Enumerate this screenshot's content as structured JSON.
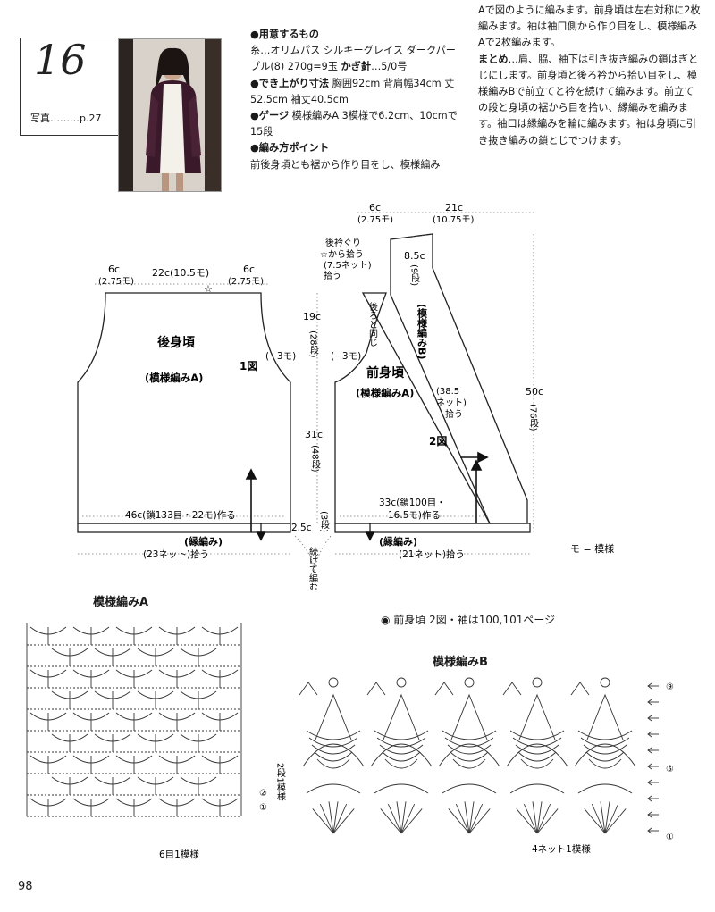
{
  "header": {
    "pattern_number": "16",
    "photo_ref": "写真………p.27"
  },
  "info_col1": {
    "materials_head": "●用意するもの",
    "materials_body": "糸…オリムパス シルキーグレイス ダークパープル(8) 270g=9玉",
    "hook_head": "かぎ針",
    "hook_body": "…5/0号",
    "size_head": "●でき上がり寸法",
    "size_body": "胸囲92cm 背肩幅34cm 丈52.5cm 袖丈40.5cm",
    "gauge_head": "●ゲージ",
    "gauge_body": "模様編みA 3模様で6.2cm、10cmで15段",
    "points_head": "●編み方ポイント",
    "points_body": "前後身頃とも裾から作り目をし、模様編み"
  },
  "info_col2": {
    "text1": "Aで図のように編みます。前身頃は左右対称に2枚編みます。袖は袖口側から作り目をし、模様編みAで2枚編みます。",
    "finish_head": "まとめ",
    "finish_body": "…肩、脇、袖下は引き抜き編みの鎖はぎとじにします。前身頃と後ろ衿から拾い目をし、模様編みBで前立てと衿を続けて編みます。前立ての段と身頃の裾から目を拾い、縁編みを編みます。袖口は縁編みを輪に編みます。袖は身頃に引き抜き編みの鎖とじでつけます。"
  },
  "diagram": {
    "back_name": "後身頃",
    "back_pattern": "(模様編みA)",
    "front_name": "前身頃",
    "front_pattern": "(模様編みA)",
    "fig1": "1図",
    "fig2": "2図",
    "back_shoulder_left": "6c",
    "back_shoulder_left_sub": "(2.75モ)",
    "back_neck": "22c(10.5モ)",
    "back_shoulder_right": "6c",
    "back_shoulder_right_sub": "(2.75モ)",
    "armhole_dec_back": "(−3モ)",
    "armhole_dec_front": "(−3モ)",
    "back_bottom": "46c(鎖133目・22モ)作る",
    "front_bottom_1": "33c(鎖100目・",
    "front_bottom_2": "16.5モ)作る",
    "edge_back": "(縁編み)",
    "edge_front": "(縁編み)",
    "pickup_back": "(23ネット)拾う",
    "pickup_front": "(21ネット)拾う",
    "yoke_h": "19c",
    "yoke_rows": "(28段)",
    "body_h": "31c",
    "body_rows": "(48段)",
    "edge_h": "2.5c",
    "edge_rows": "(3段)",
    "continue": "続けて編む",
    "same_as_back": "後ろと同じ",
    "top_6c": "6c",
    "top_6c_sub": "(2.75モ)",
    "top_21c": "21c",
    "top_21c_sub": "(10.75モ)",
    "collar_note_1": "後衿ぐり",
    "collar_note_2": "☆から拾う",
    "collar_note_3": "(7.5ネット)",
    "collar_note_4": "拾う",
    "collar_h": "8.5c",
    "collar_rows": "(9段)",
    "band_pattern": "(模様編みB)",
    "band_pickup_1": "(38.5",
    "band_pickup_2": "ネット)",
    "band_pickup_3": "拾う",
    "total_h": "50c",
    "total_rows": "(76段)",
    "legend": "モ = 模様",
    "star": "☆"
  },
  "charts": {
    "a_title": "模様編みA",
    "a_repeat_h": "2段1模様",
    "a_repeat_w": "6目1模様",
    "b_ref": "◉ 前身頃 2図・袖は100,101ページ",
    "b_title": "模様編みB",
    "b_repeat": "4ネット1模様",
    "row_markers_a": [
      "②",
      "①"
    ],
    "row_markers_b": [
      "⑨",
      "⑤",
      "①"
    ]
  },
  "page_number": "98"
}
